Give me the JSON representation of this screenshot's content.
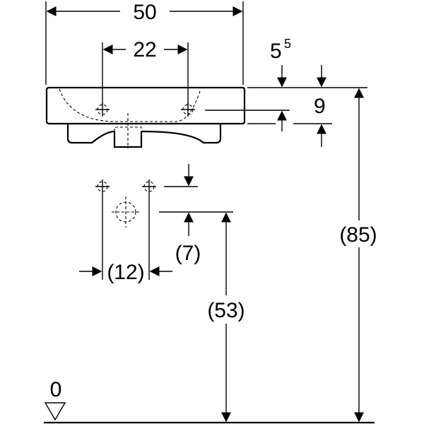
{
  "dimensions": {
    "overall_width": "50",
    "tap_hole_spacing": "22",
    "rim_offset_base": "5",
    "rim_offset_sup": "5",
    "rim_thickness": "9",
    "overall_height": "(85)",
    "waste_spacing": "(12)",
    "waste_offset": "(7)",
    "waste_height": "(53)",
    "floor_level": "0"
  }
}
